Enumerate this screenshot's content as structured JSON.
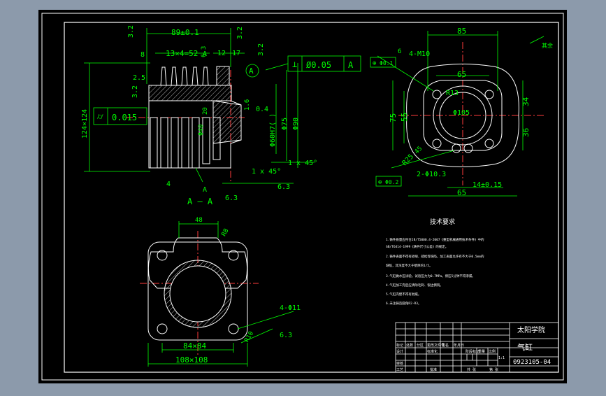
{
  "colors": {
    "background": "#8c9aab",
    "sheet": "#000000",
    "frame": "#ffffff",
    "geometry": "#ffffff",
    "dimension": "#00ff00",
    "center_line": "#ff3b3b",
    "hatch": "#ffffff"
  },
  "section_view": {
    "dims": {
      "d_3_2_a": "3.2",
      "d_89": "89±0.1",
      "d_3_2_b": "3.2",
      "d_8": "8",
      "d_pitch": "13×4=52",
      "d_6_3_a": "6.3",
      "d_12": "12",
      "d_17": "17",
      "d_3_2_c": "3.2",
      "d_2_5": "2.5",
      "d_3_2_d": "3.2",
      "d_124": "124×124",
      "d_40": "Φ40",
      "d_20": "20",
      "d_0_4": "0.4",
      "d_60": "Φ60H7(  )",
      "d_75": "Φ75",
      "d_90": "Φ90",
      "d_1_6": "1.6",
      "d_1x45": "1 x 45°",
      "d_1x45_b": "1 x 45°",
      "d_4": "4",
      "d_6_3_b": "6.3",
      "d_6_3_c": "6.3"
    },
    "labels": {
      "datum_a": "A",
      "arrow_a1": "A",
      "arrow_a2": "A"
    },
    "tolerance_flatness": "0.015",
    "tolerance_perp": {
      "symbol": "⊥",
      "value": "Ø0.05",
      "datum": "A"
    }
  },
  "end_view": {
    "dims": {
      "d_85": "85",
      "d_65_top": "65",
      "d_m10": "4-M10",
      "d_75": "75",
      "d_55": "55",
      "d_34": "34",
      "d_36": "36",
      "d_r13": "R13",
      "d_r25": "R25",
      "d_2_10": "2-Φ10.3",
      "d_14": "14±0.15",
      "d_65_bot": "65",
      "d_105": "Φ105",
      "d_6": "6",
      "d_45": "45"
    },
    "tol_pos_top": {
      "symbol": "⊕",
      "value": "Φ0.1"
    },
    "tol_pos_bottom": {
      "symbol": "⊕",
      "value": "Φ0.2"
    },
    "roughness_rest": "其余"
  },
  "aa_view": {
    "title": "A — A",
    "dims": {
      "d_48": "48",
      "d_r8": "R8",
      "d_84": "84×84",
      "d_108": "108×108",
      "d_4_11": "4-Φ11",
      "d_r10": "R10",
      "d_6_3": "6.3"
    }
  },
  "tech_req": {
    "title": "技术要求",
    "items": [
      "1.铸件质量应符合JB/T5000.4-2007《重型机械通用技术条件》中的",
      "  GB/T6414-1999《铸件尺寸公差》的规定。",
      "2.铸件表面不得有砂眼、疏松等缺陷，加工表面允许有不大于0.5mm的",
      "  缺陷，其深度不大于壁厚的1/5。",
      "3.气缸做水压试验，试验压力为0.7MPa，保压5分钟不得渗漏。",
      "4.气缸加工完后应清除毛刺、锐边倒钝。",
      "5.气缸内壁不得有划痕。",
      "6.未注铸造圆角R2-R3。"
    ]
  },
  "title_block": {
    "school": "太阳学院",
    "part_name": "气缸",
    "drawing_no": "0923105-04",
    "row_headers": [
      "标记",
      "处数",
      "分区",
      "更改文件号",
      "签名",
      "年月日"
    ],
    "row_labels": [
      "设计",
      "审核",
      "工艺"
    ],
    "standardize": "标准化",
    "approve": "批准",
    "stage_mark": "阶段标记",
    "weight": "重量",
    "scale": "比例",
    "scale_value": "1:1",
    "sheet_total": "共 张",
    "sheet_no": "第 张"
  }
}
